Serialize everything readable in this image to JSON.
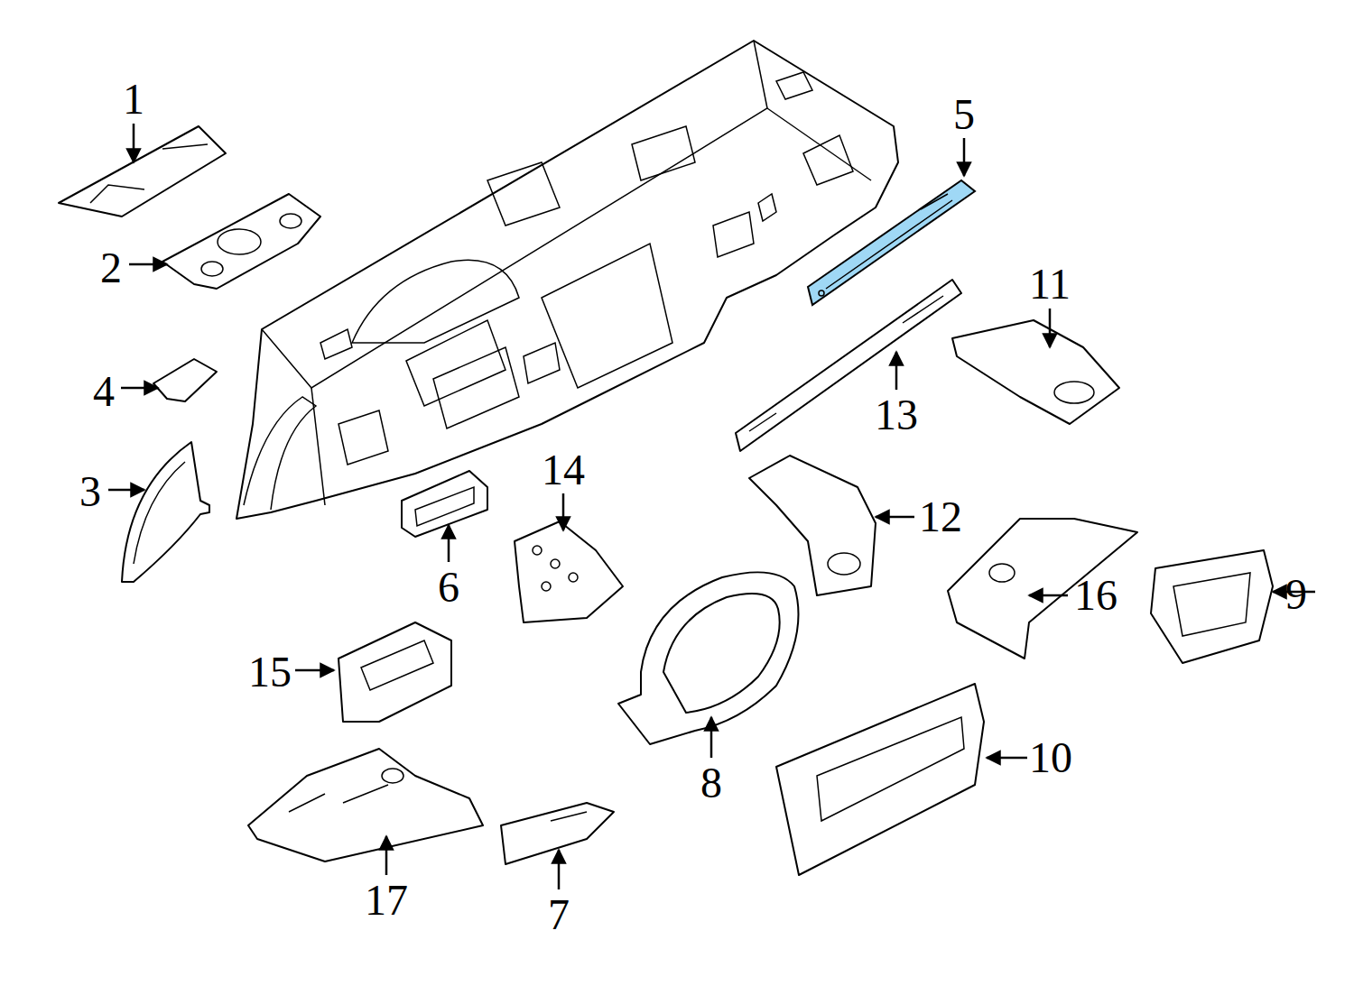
{
  "diagram": {
    "labels": [
      "1",
      "5",
      "2",
      "11",
      "4",
      "13",
      "14",
      "3",
      "12",
      "6",
      "16",
      "9",
      "15",
      "10",
      "8",
      "17",
      "7"
    ]
  }
}
